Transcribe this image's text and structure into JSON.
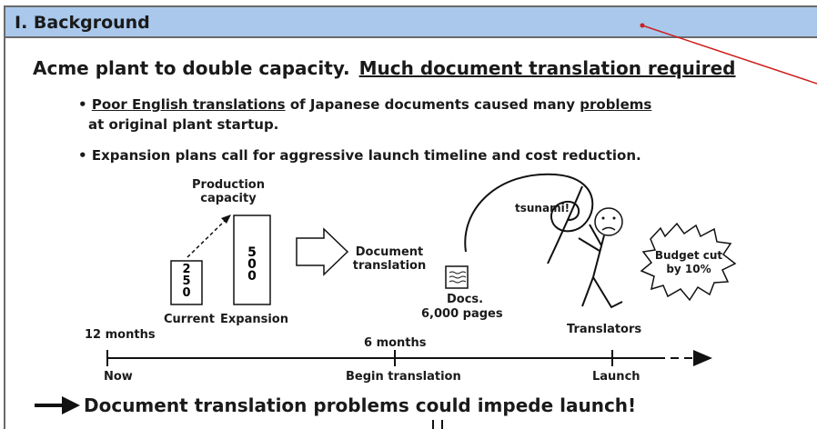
{
  "header": {
    "title": "I. Background"
  },
  "headline": {
    "text": "Acme plant to double capacity.",
    "underlined": "Much document translation required"
  },
  "bullets": [
    {
      "symbol": "•",
      "part1_underlined": "Poor English translations",
      "part2": " of Japanese documents caused many ",
      "part3_underlined": "problems"
    },
    {
      "continuation": "at original plant startup."
    },
    {
      "symbol": "•",
      "text": "Expansion plans call for aggressive launch timeline and cost reduction."
    }
  ],
  "diagram": {
    "production_capacity": "Production\ncapacity",
    "bar_current_value": "250",
    "bar_expansion_value": "500",
    "current_label": "Current",
    "expansion_label": "Expansion",
    "doc_translation": "Document\ntranslation",
    "docs_label": "Docs.",
    "docs_pages": "6,000 pages",
    "tsunami": "tsunami!",
    "translators": "Translators",
    "budget": "Budget cut\nby 10%"
  },
  "timeline": {
    "left_top": "12 months",
    "left_bottom": "Now",
    "mid_top": "6 months",
    "mid_bottom": "Begin translation",
    "right_bottom": "Launch"
  },
  "conclusion": "Document translation problems could impede launch!",
  "colors": {
    "header_bg": "#a9c8ec",
    "pointer_line": "#cc2020"
  }
}
